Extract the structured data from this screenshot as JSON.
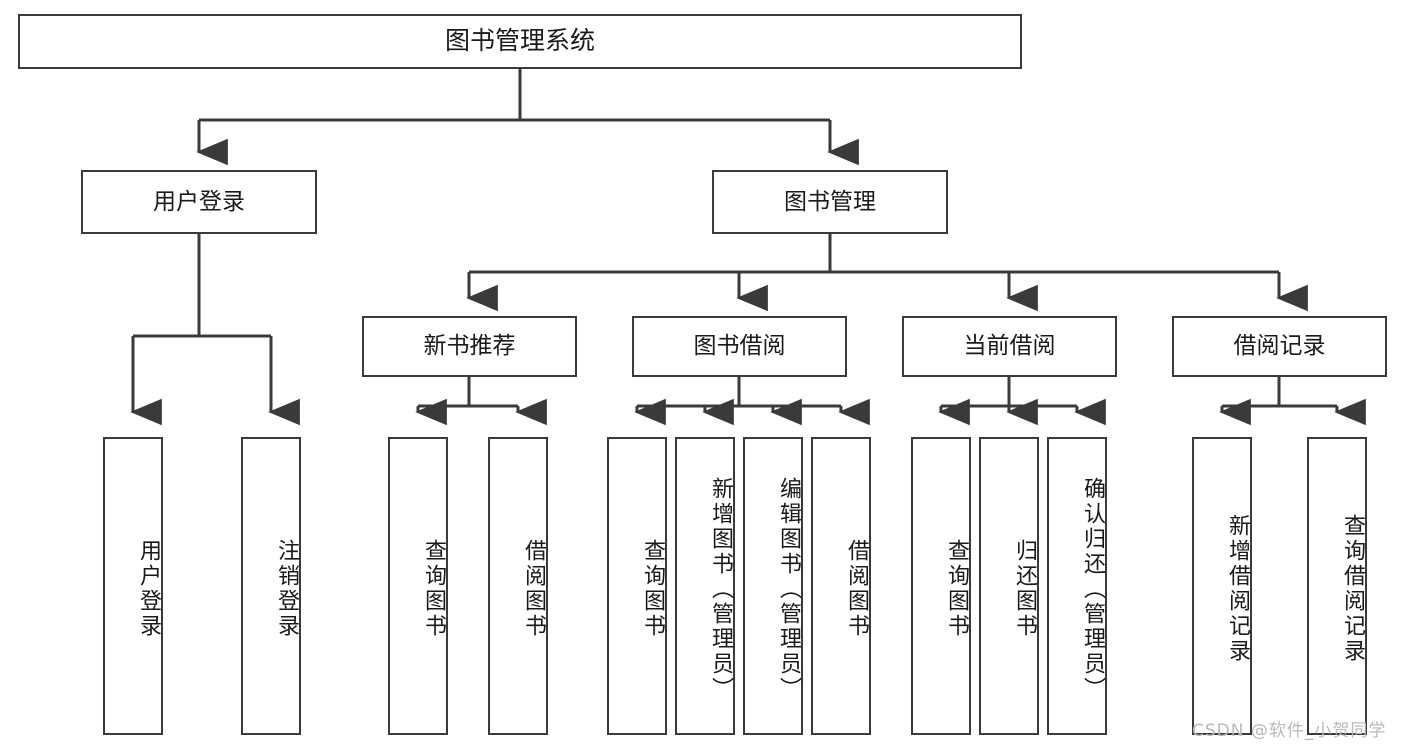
{
  "diagram": {
    "title": "图书管理系统",
    "type": "tree-hierarchy-chart",
    "stroke_color": "#3a3a3a",
    "fill_color": "#ffffff",
    "root": {
      "label": "图书管理系统"
    },
    "level2": [
      {
        "label": "用户登录"
      },
      {
        "label": "图书管理"
      }
    ],
    "level3": [
      {
        "label": "新书推荐"
      },
      {
        "label": "图书借阅"
      },
      {
        "label": "当前借阅"
      },
      {
        "label": "借阅记录"
      }
    ],
    "leaves": {
      "user_login": [
        {
          "label": "用户登录"
        },
        {
          "label": "注销登录"
        }
      ],
      "new_book_recommend": [
        {
          "label": "查询图书"
        },
        {
          "label": "借阅图书"
        }
      ],
      "book_borrow": [
        {
          "label": "查询图书"
        },
        {
          "label": "新增图书（管理员）"
        },
        {
          "label": "编辑图书（管理员）"
        },
        {
          "label": "借阅图书"
        }
      ],
      "current_borrow": [
        {
          "label": "查询图书"
        },
        {
          "label": "归还图书"
        },
        {
          "label": "确认归还（管理员）"
        }
      ],
      "borrow_record": [
        {
          "label": "新增借阅记录"
        },
        {
          "label": "查询借阅记录"
        }
      ]
    }
  },
  "watermark": {
    "text": "CSDN @软件_小贺同学"
  }
}
